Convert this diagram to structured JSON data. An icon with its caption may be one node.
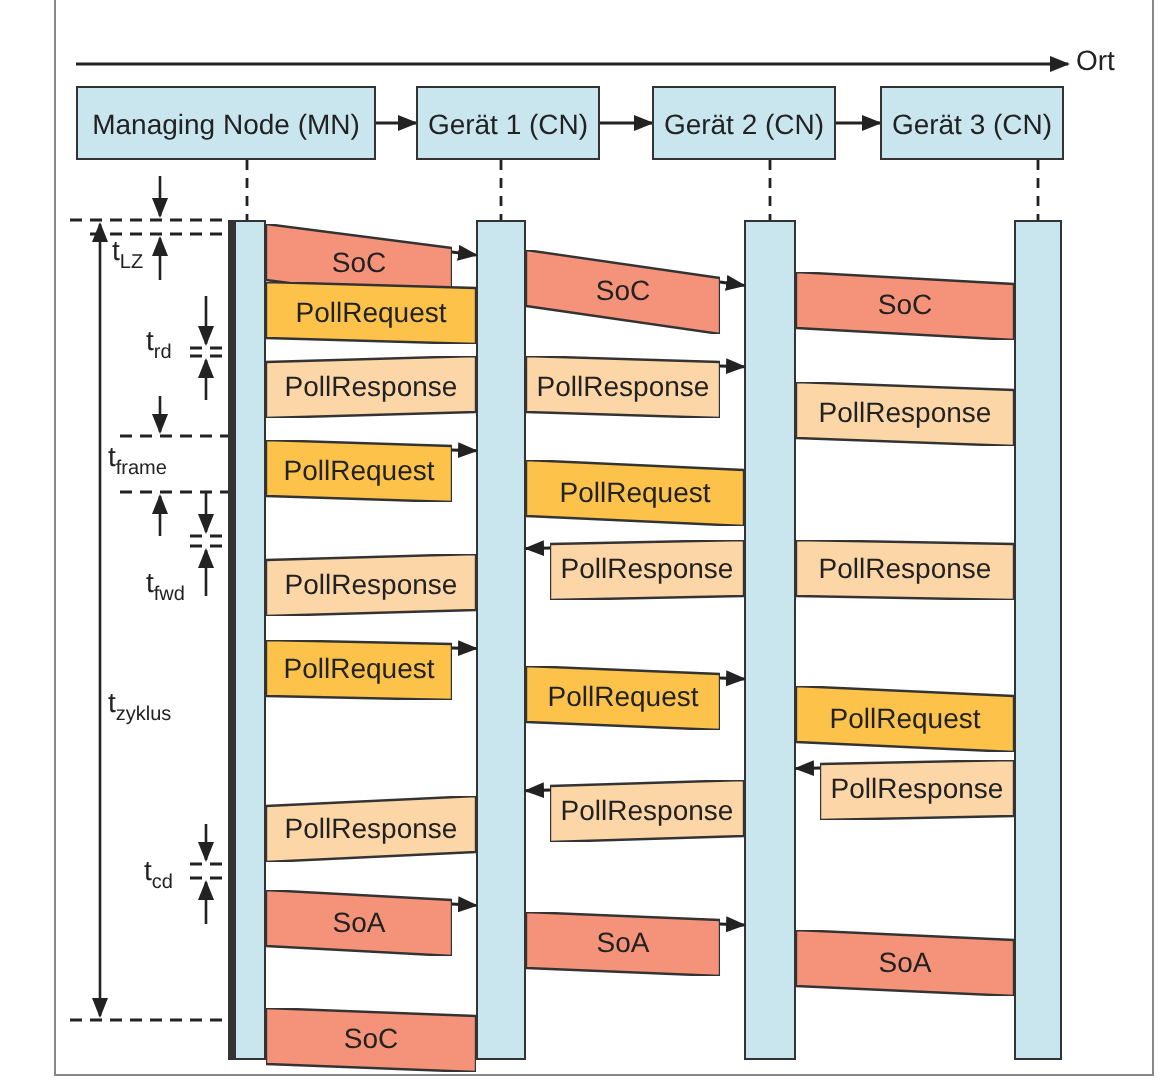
{
  "diagram": {
    "nodes": [
      {
        "text": [
          "Managing Node (MN)"
        ]
      },
      {
        "text": [
          "Gerät 1 (CN)"
        ]
      },
      {
        "text": [
          "Gerät 2 (CN)"
        ]
      },
      {
        "text": [
          "Gerät 3 (CN)"
        ]
      },
      {
        "text": [],
        "shape": "bar"
      },
      {
        "text": [],
        "shape": "bar"
      },
      {
        "text": [],
        "shape": "bar"
      },
      {
        "text": [],
        "shape": "bar"
      },
      {
        "text": [
          "SoC"
        ]
      },
      {
        "text": [
          "SoC"
        ]
      },
      {
        "text": [
          "SoC"
        ]
      },
      {
        "text": [
          "PollRequest"
        ]
      },
      {
        "text": [
          "PollResponse"
        ]
      },
      {
        "text": [
          "PollResponse"
        ]
      },
      {
        "text": [
          "PollResponse"
        ]
      },
      {
        "text": [
          "PollRequest"
        ]
      },
      {
        "text": [
          "PollRequest"
        ]
      },
      {
        "text": [
          "PollResponse"
        ]
      },
      {
        "text": [
          "PollResponse"
        ]
      },
      {
        "text": [
          "PollResponse"
        ]
      },
      {
        "text": [
          "PollRequest"
        ]
      },
      {
        "text": [
          "PollRequest"
        ]
      },
      {
        "text": [
          "PollRequest"
        ]
      },
      {
        "text": [
          "PollResponse"
        ]
      },
      {
        "text": [
          "PollResponse"
        ]
      },
      {
        "text": [
          "PollResponse"
        ]
      },
      {
        "text": [
          "SoA"
        ]
      },
      {
        "text": [
          "SoA"
        ]
      },
      {
        "text": [
          "SoA"
        ]
      },
      {
        "text": [
          "SoC"
        ]
      }
    ],
    "edges": [
      {
        "from": 0,
        "to": 1,
        "arrow": "to"
      },
      {
        "from": 1,
        "to": 2,
        "arrow": "to"
      },
      {
        "from": 2,
        "to": 3,
        "arrow": "to"
      },
      {
        "from": 0,
        "to": 4,
        "arrow": "none",
        "style": "dashed"
      },
      {
        "from": 1,
        "to": 5,
        "arrow": "none",
        "style": "dashed"
      },
      {
        "from": 2,
        "to": 6,
        "arrow": "none",
        "style": "dashed"
      },
      {
        "from": 3,
        "to": 7,
        "arrow": "none",
        "style": "dashed"
      },
      {
        "from": 8,
        "to": 5,
        "arrow": "to"
      },
      {
        "from": 9,
        "to": 6,
        "arrow": "to"
      },
      {
        "from": 13,
        "to": 6,
        "arrow": "to"
      },
      {
        "from": 15,
        "to": 5,
        "arrow": "to"
      },
      {
        "from": 18,
        "to": 5,
        "arrow": "to"
      },
      {
        "from": 20,
        "to": 5,
        "arrow": "to"
      },
      {
        "from": 21,
        "to": 6,
        "arrow": "to"
      },
      {
        "from": 25,
        "to": 6,
        "arrow": "to"
      },
      {
        "from": 24,
        "to": 5,
        "arrow": "to"
      },
      {
        "from": 26,
        "to": 5,
        "arrow": "to"
      },
      {
        "from": 27,
        "to": 6,
        "arrow": "to"
      }
    ],
    "labels": [
      "Ort",
      "t$_{LZ}$",
      "t$_{rd}$",
      "t$_{frame}$",
      "t$_{fwd}$",
      "t$_{zyklus}$",
      "t$_{cd}$"
    ]
  }
}
